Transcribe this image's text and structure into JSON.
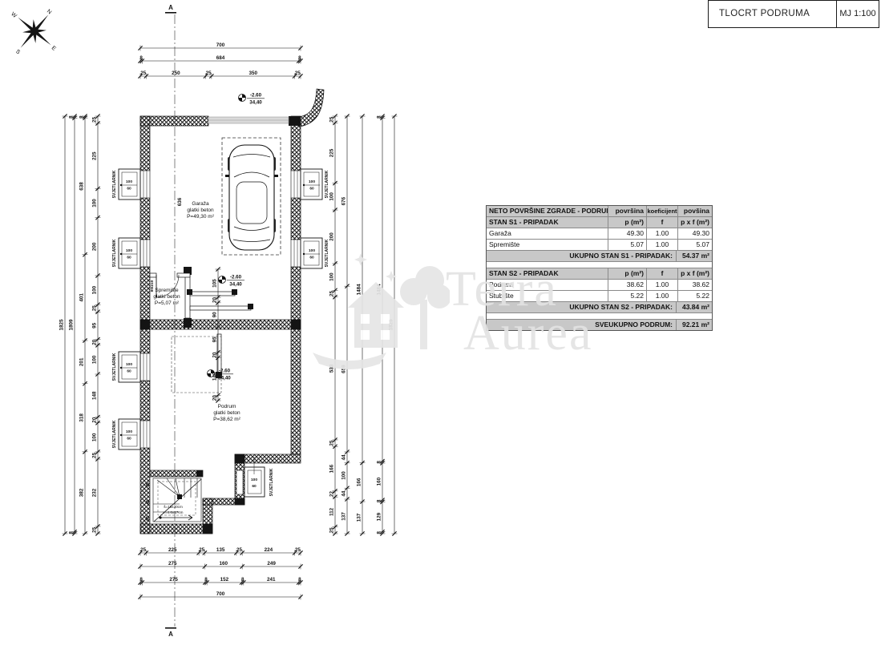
{
  "title_block": {
    "title": "TLOCRT PODRUMA",
    "scale": "MJ 1:100"
  },
  "compass": {
    "n": "N",
    "e": "E",
    "s": "S",
    "w": "W"
  },
  "watermark": {
    "line1": "Terra",
    "line2": "Aurea"
  },
  "section_marker": "A",
  "table": {
    "header": {
      "title": "NETO POVRŠINE ZGRADE - PODRUM",
      "col2": "površina",
      "col3": "koeficijent",
      "col4": "povšina"
    },
    "s1": {
      "name": "STAN S1 - PRIPADAK",
      "p": "p (m²)",
      "f": "f",
      "pf": "p x f (m²)",
      "rows": [
        {
          "name": "Garaža",
          "p": "49.30",
          "f": "1.00",
          "pf": "49.30"
        },
        {
          "name": "Spremište",
          "p": "5.07",
          "f": "1.00",
          "pf": "5.07"
        }
      ],
      "total_label": "UKUPNO STAN S1 - PRIPADAK:",
      "total": "54.37 m²"
    },
    "s2": {
      "name": "STAN S2 - PRIPADAK",
      "p": "p (m²)",
      "f": "f",
      "pf": "p x f (m²)",
      "rows": [
        {
          "name": "Podrum",
          "p": "38.62",
          "f": "1.00",
          "pf": "38.62"
        },
        {
          "name": "Stubište",
          "p": "5.22",
          "f": "1.00",
          "pf": "5.22"
        }
      ],
      "total_label": "UKUPNO STAN S2 - PRIPADAK:",
      "total": "43.84 m²"
    },
    "grand": {
      "label": "SVEUKUPNO PODRUM:",
      "value": "92.21 m²"
    }
  },
  "plan": {
    "rooms": [
      {
        "name": "Garaža",
        "material": "glatki beton",
        "area": "P=49,30 m²"
      },
      {
        "name": "Spremište",
        "material": "glatki beton",
        "area": "P=5,07 m²"
      },
      {
        "name": "Podrum",
        "material": "glatki beton",
        "area": "P=38,62 m²"
      }
    ],
    "elevation": {
      "rel": "-2.60",
      "abs": "34,40"
    },
    "window": {
      "w": "100",
      "h": "60",
      "label": "SVJETLARNIK"
    },
    "door_size": "80/210",
    "stairs": {
      "line1": "š=15x30cm",
      "line2": "v=4.6x17cm"
    },
    "interior_dims": {
      "garage_length": "636",
      "stair": [
        "95",
        "42",
        "95"
      ]
    },
    "dims": {
      "t1": [
        "700"
      ],
      "t2": [
        "8",
        "684",
        "8"
      ],
      "t3": [
        "25",
        "250",
        "25",
        "350",
        "25"
      ],
      "b1": [
        "25",
        "225",
        "25",
        "135",
        "25",
        "224",
        "25"
      ],
      "b2": [
        "275",
        "160",
        "249"
      ],
      "b3": [
        "8",
        "275",
        "8",
        "152",
        "8",
        "241",
        "8"
      ],
      "b4": [
        "700"
      ],
      "l1": [
        "25",
        "225",
        "100",
        "200",
        "100",
        "25",
        "95",
        "20",
        "100",
        "148",
        "20",
        "100",
        "25",
        "232",
        "25"
      ],
      "l2": [
        "8",
        "638",
        "401",
        "201",
        "318",
        "382"
      ],
      "l3": [
        "8",
        "1809",
        "8"
      ],
      "l4": [
        "1825"
      ],
      "r1": [
        "25",
        "225",
        "100",
        "200",
        "100",
        "25",
        "533",
        "25",
        "166",
        "22",
        "112",
        "25"
      ],
      "r2": [
        "676",
        "659",
        "44",
        "100",
        "44",
        "137"
      ],
      "r3": [
        "1484",
        "166",
        "137"
      ],
      "r4": [
        "8",
        "1484",
        "8",
        "160",
        "8",
        "129",
        "8"
      ],
      "r5": [
        "1825"
      ],
      "i1": [
        "105",
        "20",
        "90",
        "95",
        "20",
        "140",
        "20"
      ]
    }
  }
}
